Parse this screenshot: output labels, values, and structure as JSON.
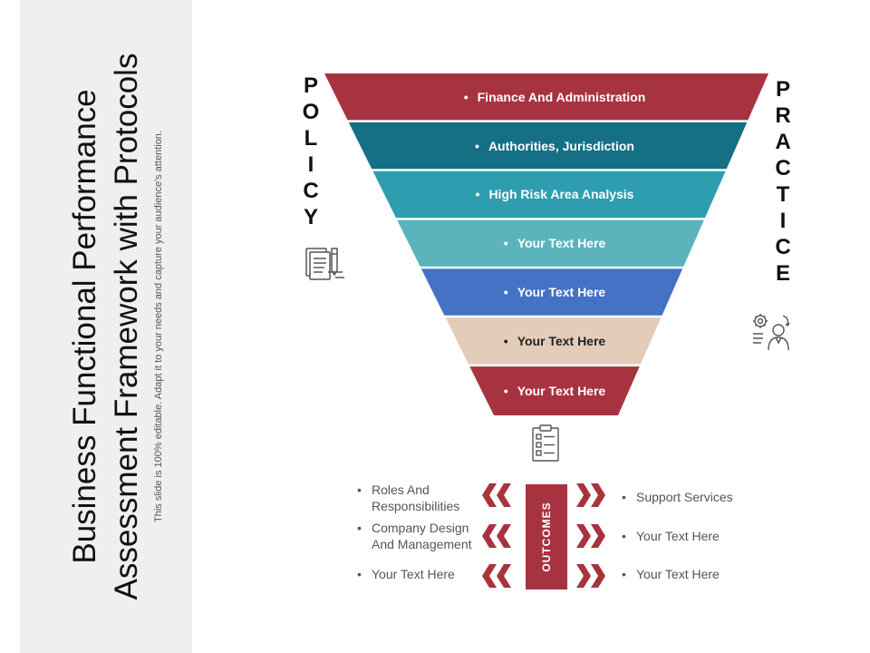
{
  "title": "Business Functional Performance Assessment Framework with Protocols",
  "subtitle": "This slide is 100% editable. Adapt it to your needs and capture your audience's attention.",
  "left_axis": [
    "P",
    "O",
    "L",
    "I",
    "C",
    "Y"
  ],
  "right_axis": [
    "P",
    "R",
    "A",
    "C",
    "T",
    "I",
    "C",
    "E"
  ],
  "funnel_layers": [
    {
      "label": "Finance And Administration",
      "color": "#a83340"
    },
    {
      "label": "Authorities, Jurisdiction",
      "color": "#156f85"
    },
    {
      "label": "High Risk Area Analysis",
      "color": "#2e9db0"
    },
    {
      "label": "Your Text Here",
      "color": "#5bb4bc"
    },
    {
      "label": "Your Text Here",
      "color": "#4472c4"
    },
    {
      "label": "Your Text Here",
      "color": "#e3cdb9"
    },
    {
      "label": "Your Text Here",
      "color": "#a83340"
    }
  ],
  "outcomes_label": "OUTCOMES",
  "left_outcomes": [
    {
      "line1": "Roles And",
      "line2": "Responsibilities"
    },
    {
      "line1": "Company Design",
      "line2": "And Management"
    },
    {
      "line1": "Your Text Here",
      "line2": ""
    }
  ],
  "right_outcomes": [
    "Support Services",
    "Your Text Here",
    "Your Text Here"
  ],
  "bullet": "•",
  "accent_color": "#a83340",
  "icons": {
    "policy": "document-pen-icon",
    "practice": "gear-person-icon",
    "checklist": "checklist-icon"
  }
}
